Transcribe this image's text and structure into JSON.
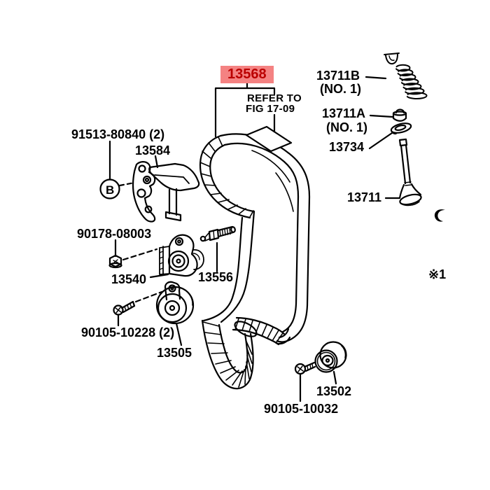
{
  "diagram": {
    "highlight": {
      "part": "13568",
      "bg": "#f48282",
      "fg": "#bb0000"
    },
    "note": {
      "line1": "REFER TO",
      "line2": "FIG 17-09"
    },
    "labels": {
      "spring": "13711B",
      "spring_no": "(NO. 1)",
      "seal": "13711A",
      "seal_no": "(NO. 1)",
      "spring_seat": "13734",
      "valve": "13711",
      "bracket_bolt": "91513-80840 (2)",
      "bracket": "13584",
      "tensioner_nut": "90178-08003",
      "tensioner": "13540",
      "stud": "13556",
      "idler_bolt": "90105-10228 (2)",
      "idler": "13505",
      "idler2": "13502",
      "idler2_bolt": "90105-10032",
      "footnote": "※1",
      "callout_b": "B"
    }
  }
}
